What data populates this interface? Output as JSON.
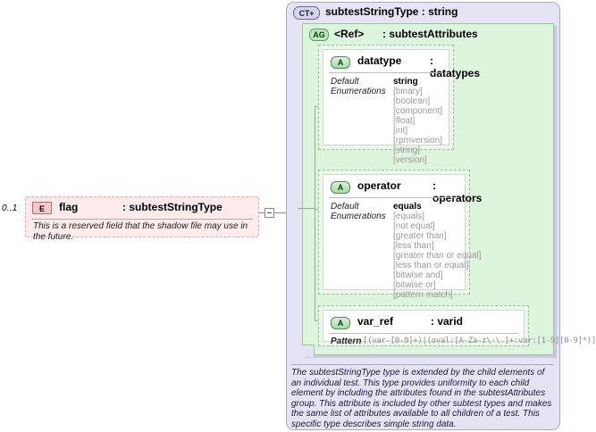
{
  "element": {
    "occurs": "0..1",
    "badge": "E",
    "name": "flag",
    "type": ": subtestStringType",
    "documentation": "This is a reserved field that the shadow file may use in the future."
  },
  "complex_type": {
    "badge": "CT+",
    "title": "subtestStringType : string",
    "documentation": "The subtestStringType type is extended by the child elements of an individual test.  This type provides uniformity to each child element by including the attributes found in the subtestAttributes group.  This attribute is included by other subtest types and makes the same list of attributes available to all children of a test.  This specific type describes simple string data."
  },
  "attribute_group": {
    "badge": "AG",
    "ref": "<Ref>",
    "type": ": subtestAttributes"
  },
  "attributes": [
    {
      "badge": "A",
      "name": "datatype",
      "type": ": datatypes",
      "facets": {
        "default_label": "Default",
        "enum_label": "Enumerations",
        "default_value": "string",
        "enumerations": "[binary]\n[boolean]\n[component]\n[float]\n[int]\n[rpmversion]\n[string]\n[version]"
      }
    },
    {
      "badge": "A",
      "name": "operator",
      "type": ": operators",
      "facets": {
        "default_label": "Default",
        "enum_label": "Enumerations",
        "default_value": "equals",
        "enumerations": "[equals]\n[not equal]\n[greater than]\n[less than]\n[greater than or equal]\n[less than or equal]\n[bitwise and]\n[bitwise or]\n[pattern match]"
      }
    },
    {
      "badge": "A",
      "name": "var_ref",
      "type": ": varid",
      "facets": {
        "pattern_label": "Pattern",
        "pattern_value": "[(var-[0-9]+)|(oval:[A-Za-z\\-\\.]+:var:[1-9][0-9]*)]"
      }
    }
  ],
  "colors": {
    "complex_type_bg": "#e4e4f4",
    "complex_type_border": "#a9a9c6",
    "group_bg": "#ddf4dd",
    "group_border": "#9ec79e",
    "attribute_bg": "#ebf9eb",
    "element_bg": "#fdeaea",
    "element_border": "#e7a9a9",
    "enum_text": "#9a9a9a"
  }
}
